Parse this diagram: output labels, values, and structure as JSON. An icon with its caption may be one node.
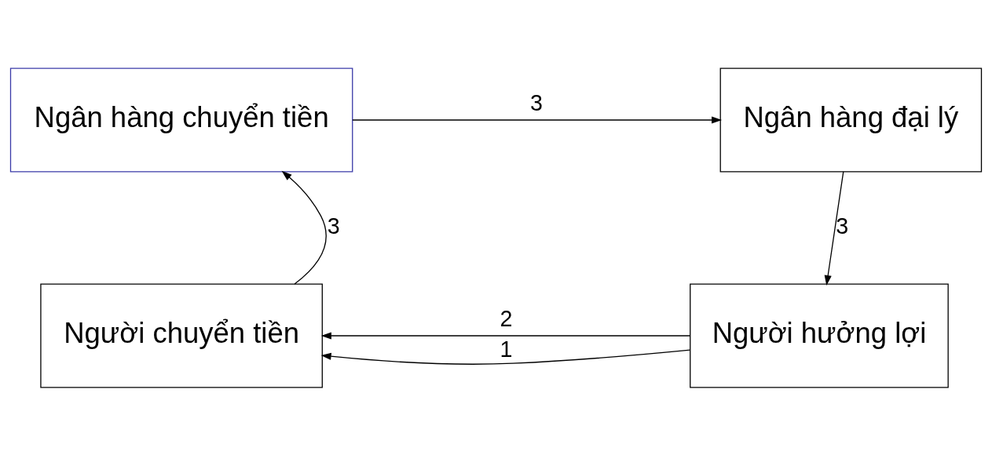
{
  "diagram": {
    "nodes": [
      {
        "text": [
          "Ngân hàng chuyển tiền"
        ]
      },
      {
        "text": [
          "Ngân hàng đại lý"
        ]
      },
      {
        "text": [
          "Người chuyển tiền"
        ]
      },
      {
        "text": [
          "Người hưởng lợi"
        ]
      }
    ],
    "edges": [
      {
        "from": 0,
        "to": 1,
        "arrow": "to",
        "label": "3"
      },
      {
        "from": 1,
        "to": 3,
        "arrow": "to",
        "label": "3"
      },
      {
        "from": 2,
        "to": 0,
        "arrow": "to",
        "label": "3"
      },
      {
        "from": 3,
        "to": 2,
        "arrow": "to",
        "label": "2"
      },
      {
        "from": 3,
        "to": 2,
        "arrow": "to",
        "label": "1"
      }
    ]
  }
}
